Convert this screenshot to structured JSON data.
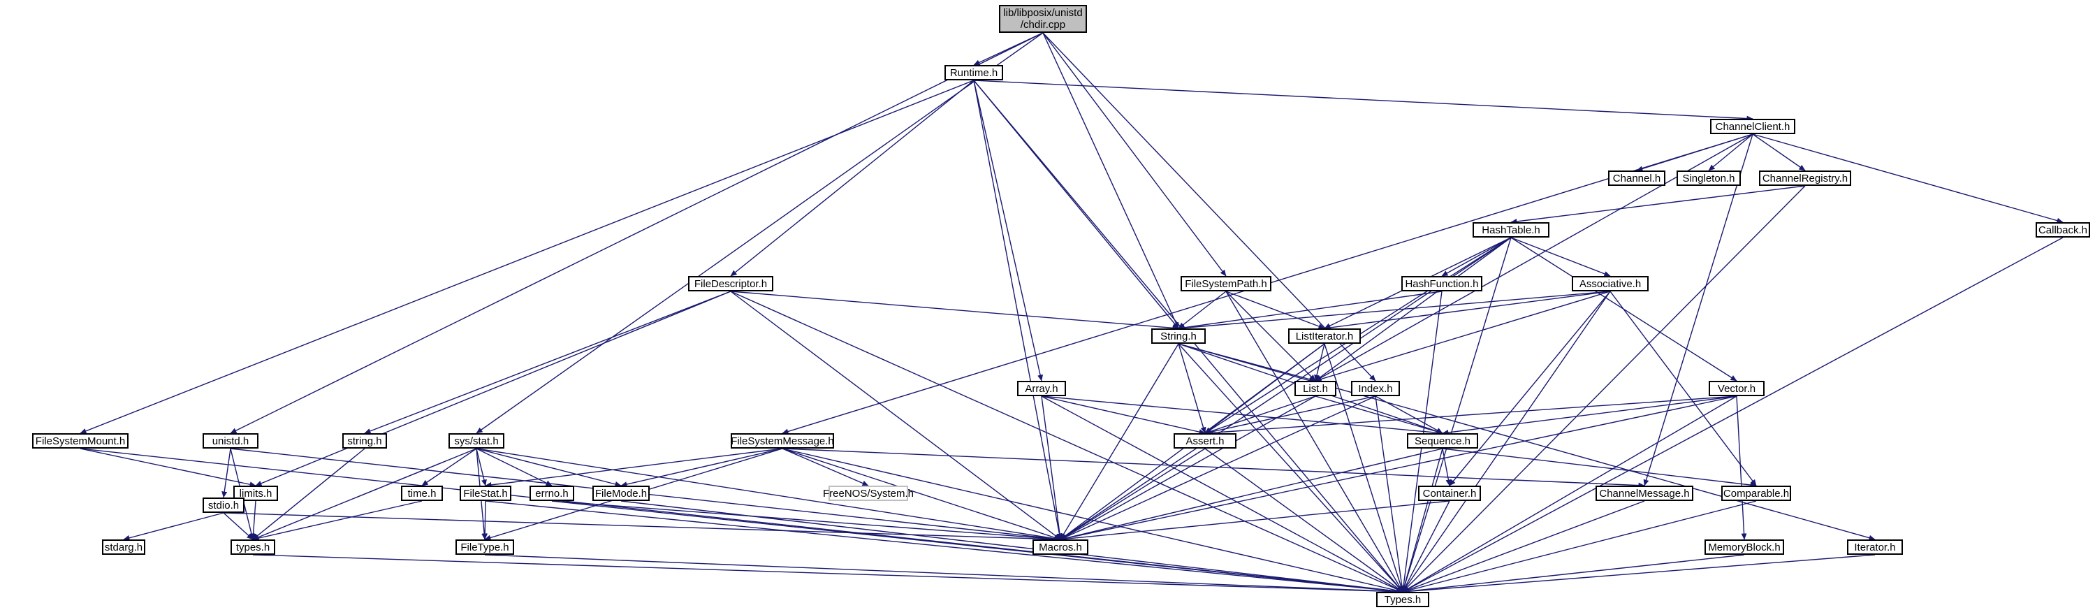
{
  "diagram": {
    "title": "",
    "colors": {
      "edge": "#191970",
      "node_border": "#000000",
      "root_fill": "#bfbfbf",
      "missing_border": "#bfbfbf",
      "background": "#ffffff"
    },
    "nodes": {
      "chdir": {
        "label": "lib/libposix/unistd\n/chdir.cpp",
        "kind": "root"
      },
      "runtime": {
        "label": "Runtime.h"
      },
      "chanclient": {
        "label": "ChannelClient.h"
      },
      "channel": {
        "label": "Channel.h"
      },
      "singleton": {
        "label": "Singleton.h"
      },
      "chanreg": {
        "label": "ChannelRegistry.h"
      },
      "callback": {
        "label": "Callback.h"
      },
      "hashtable": {
        "label": "HashTable.h"
      },
      "filedesc": {
        "label": "FileDescriptor.h"
      },
      "fspath": {
        "label": "FileSystemPath.h"
      },
      "hashfunc": {
        "label": "HashFunction.h"
      },
      "assoc": {
        "label": "Associative.h"
      },
      "string": {
        "label": "String.h"
      },
      "listiter": {
        "label": "ListIterator.h"
      },
      "list": {
        "label": "List.h"
      },
      "index": {
        "label": "Index.h"
      },
      "vector": {
        "label": "Vector.h"
      },
      "array": {
        "label": "Array.h"
      },
      "fsmount": {
        "label": "FileSystemMount.h"
      },
      "unistd": {
        "label": "unistd.h"
      },
      "cstring": {
        "label": "string.h"
      },
      "sysstat": {
        "label": "sys/stat.h"
      },
      "fsmsg": {
        "label": "FileSystemMessage.h"
      },
      "assert": {
        "label": "Assert.h"
      },
      "sequence": {
        "label": "Sequence.h"
      },
      "limits": {
        "label": "limits.h"
      },
      "stdio": {
        "label": "stdio.h"
      },
      "time": {
        "label": "time.h"
      },
      "filestat": {
        "label": "FileStat.h"
      },
      "errno": {
        "label": "errno.h"
      },
      "filemode": {
        "label": "FileMode.h"
      },
      "foundos": {
        "label": "FreeNOS/System.h",
        "kind": "nolink"
      },
      "chanmsg": {
        "label": "ChannelMessage.h"
      },
      "comparable": {
        "label": "Comparable.h"
      },
      "container": {
        "label": "Container.h"
      },
      "stdarg": {
        "label": "stdarg.h"
      },
      "types_lc": {
        "label": "types.h"
      },
      "filetype": {
        "label": "FileType.h"
      },
      "macros": {
        "label": "Macros.h"
      },
      "memblock": {
        "label": "MemoryBlock.h"
      },
      "iterator": {
        "label": "Iterator.h"
      },
      "types": {
        "label": "Types.h"
      }
    },
    "edges": [
      [
        "chdir",
        "runtime"
      ],
      [
        "chdir",
        "unistd"
      ],
      [
        "chdir",
        "sysstat"
      ],
      [
        "chdir",
        "string"
      ],
      [
        "chdir",
        "fspath"
      ],
      [
        "chdir",
        "index"
      ],
      [
        "runtime",
        "chanclient"
      ],
      [
        "runtime",
        "filedesc"
      ],
      [
        "runtime",
        "string"
      ],
      [
        "runtime",
        "array"
      ],
      [
        "runtime",
        "fsmount"
      ],
      [
        "runtime",
        "macros"
      ],
      [
        "runtime",
        "types"
      ],
      [
        "chanclient",
        "channel"
      ],
      [
        "chanclient",
        "singleton"
      ],
      [
        "chanclient",
        "chanreg"
      ],
      [
        "chanclient",
        "callback"
      ],
      [
        "chanclient",
        "fsmsg"
      ],
      [
        "chanclient",
        "chanmsg"
      ],
      [
        "chanclient",
        "list"
      ],
      [
        "chanreg",
        "hashtable"
      ],
      [
        "chanreg",
        "types"
      ],
      [
        "callback",
        "types"
      ],
      [
        "hashtable",
        "hashfunc"
      ],
      [
        "hashtable",
        "assoc"
      ],
      [
        "hashtable",
        "listiter"
      ],
      [
        "hashtable",
        "list"
      ],
      [
        "hashtable",
        "vector"
      ],
      [
        "hashtable",
        "assert"
      ],
      [
        "hashtable",
        "macros"
      ],
      [
        "hashtable",
        "types"
      ],
      [
        "filedesc",
        "string"
      ],
      [
        "filedesc",
        "cstring"
      ],
      [
        "filedesc",
        "limits"
      ],
      [
        "filedesc",
        "macros"
      ],
      [
        "filedesc",
        "types"
      ],
      [
        "fspath",
        "string"
      ],
      [
        "fspath",
        "listiter"
      ],
      [
        "fspath",
        "list"
      ],
      [
        "fspath",
        "types"
      ],
      [
        "hashfunc",
        "string"
      ],
      [
        "hashfunc",
        "types"
      ],
      [
        "assoc",
        "string"
      ],
      [
        "assoc",
        "listiter"
      ],
      [
        "assoc",
        "list"
      ],
      [
        "assoc",
        "container"
      ],
      [
        "assoc",
        "comparable"
      ],
      [
        "assoc",
        "types"
      ],
      [
        "string",
        "list"
      ],
      [
        "string",
        "sequence"
      ],
      [
        "string",
        "iterator"
      ],
      [
        "string",
        "assert"
      ],
      [
        "string",
        "macros"
      ],
      [
        "string",
        "types"
      ],
      [
        "listiter",
        "list"
      ],
      [
        "listiter",
        "assert"
      ],
      [
        "listiter",
        "macros"
      ],
      [
        "listiter",
        "types"
      ],
      [
        "list",
        "assert"
      ],
      [
        "list",
        "sequence"
      ],
      [
        "list",
        "macros"
      ],
      [
        "index",
        "assert"
      ],
      [
        "index",
        "sequence"
      ],
      [
        "index",
        "macros"
      ],
      [
        "index",
        "types"
      ],
      [
        "vector",
        "sequence"
      ],
      [
        "vector",
        "assert"
      ],
      [
        "vector",
        "memblock"
      ],
      [
        "vector",
        "macros"
      ],
      [
        "vector",
        "types"
      ],
      [
        "array",
        "assert"
      ],
      [
        "array",
        "sequence"
      ],
      [
        "array",
        "macros"
      ],
      [
        "array",
        "types"
      ],
      [
        "fsmount",
        "limits"
      ],
      [
        "fsmount",
        "types"
      ],
      [
        "unistd",
        "stdio"
      ],
      [
        "unistd",
        "types_lc"
      ],
      [
        "unistd",
        "macros"
      ],
      [
        "cstring",
        "types_lc"
      ],
      [
        "sysstat",
        "time"
      ],
      [
        "sysstat",
        "filestat"
      ],
      [
        "sysstat",
        "errno"
      ],
      [
        "sysstat",
        "filemode"
      ],
      [
        "sysstat",
        "filetype"
      ],
      [
        "sysstat",
        "types_lc"
      ],
      [
        "sysstat",
        "macros"
      ],
      [
        "fsmsg",
        "filestat"
      ],
      [
        "fsmsg",
        "filemode"
      ],
      [
        "fsmsg",
        "foundos"
      ],
      [
        "fsmsg",
        "chanmsg"
      ],
      [
        "fsmsg",
        "filetype"
      ],
      [
        "fsmsg",
        "macros"
      ],
      [
        "fsmsg",
        "types"
      ],
      [
        "assert",
        "macros"
      ],
      [
        "assert",
        "types"
      ],
      [
        "sequence",
        "container"
      ],
      [
        "sequence",
        "comparable"
      ],
      [
        "sequence",
        "macros"
      ],
      [
        "sequence",
        "types"
      ],
      [
        "limits",
        "types_lc"
      ],
      [
        "stdio",
        "stdarg"
      ],
      [
        "stdio",
        "types_lc"
      ],
      [
        "stdio",
        "macros"
      ],
      [
        "time",
        "types_lc"
      ],
      [
        "filestat",
        "filetype"
      ],
      [
        "filestat",
        "types"
      ],
      [
        "errno",
        "macros"
      ],
      [
        "errno",
        "types"
      ],
      [
        "filemode",
        "types"
      ],
      [
        "chanmsg",
        "types"
      ],
      [
        "comparable",
        "types"
      ],
      [
        "container",
        "macros"
      ],
      [
        "container",
        "types"
      ],
      [
        "types_lc",
        "types"
      ],
      [
        "filetype",
        "types"
      ],
      [
        "macros",
        "types"
      ],
      [
        "memblock",
        "types"
      ],
      [
        "iterator",
        "types"
      ]
    ]
  }
}
